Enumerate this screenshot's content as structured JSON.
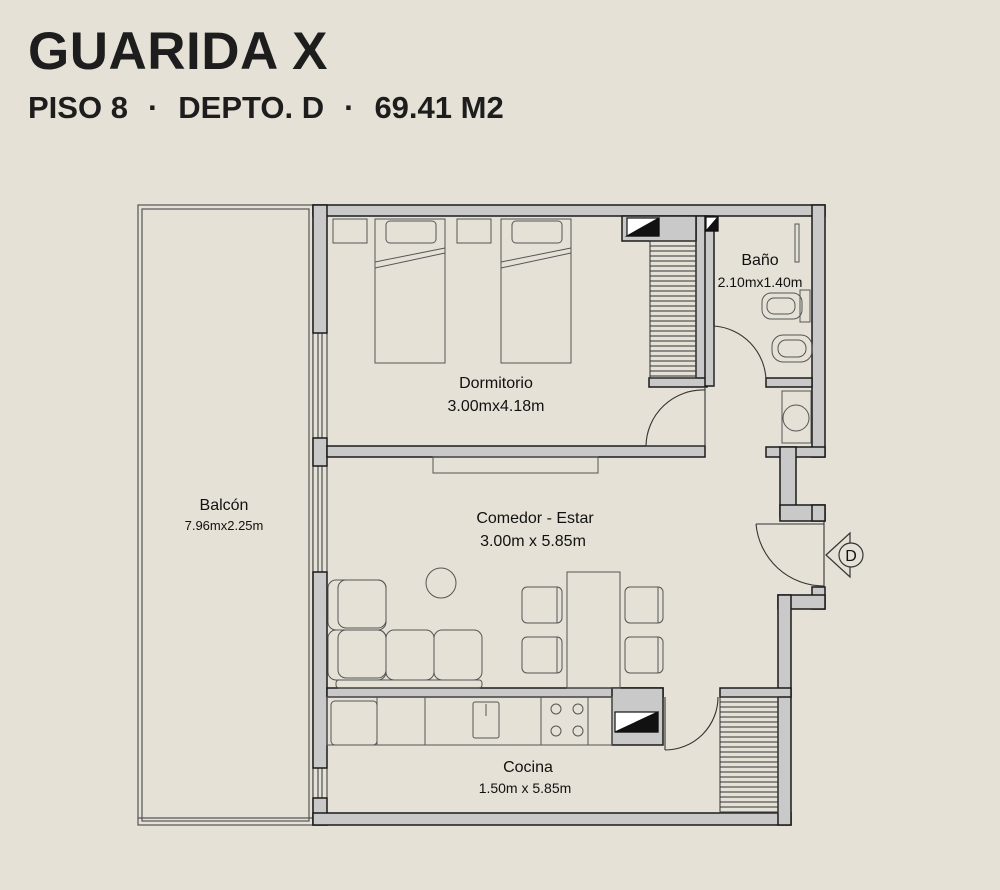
{
  "header": {
    "title": "GUARIDA X",
    "floor": "PISO 8",
    "unit": "DEPTO. D",
    "area": "69.41 M2",
    "separator": "·"
  },
  "rooms": {
    "dormitorio": {
      "name": "Dormitorio",
      "size": "3.00mx4.18m"
    },
    "bano": {
      "name": "Baño",
      "size": "2.10mx1.40m"
    },
    "comedor": {
      "name": "Comedor - Estar",
      "size": "3.00m x 5.85m"
    },
    "cocina": {
      "name": "Cocina",
      "size": "1.50m x 5.85m"
    },
    "balcon": {
      "name": "Balcón",
      "size": "7.96mx2.25m"
    }
  },
  "entrance": {
    "marker": "D"
  },
  "colors": {
    "background": "#e5e1d6",
    "wall_fill": "#c9c9c9",
    "wall_stroke": "#1a1a1a",
    "furniture_stroke": "#555555"
  }
}
